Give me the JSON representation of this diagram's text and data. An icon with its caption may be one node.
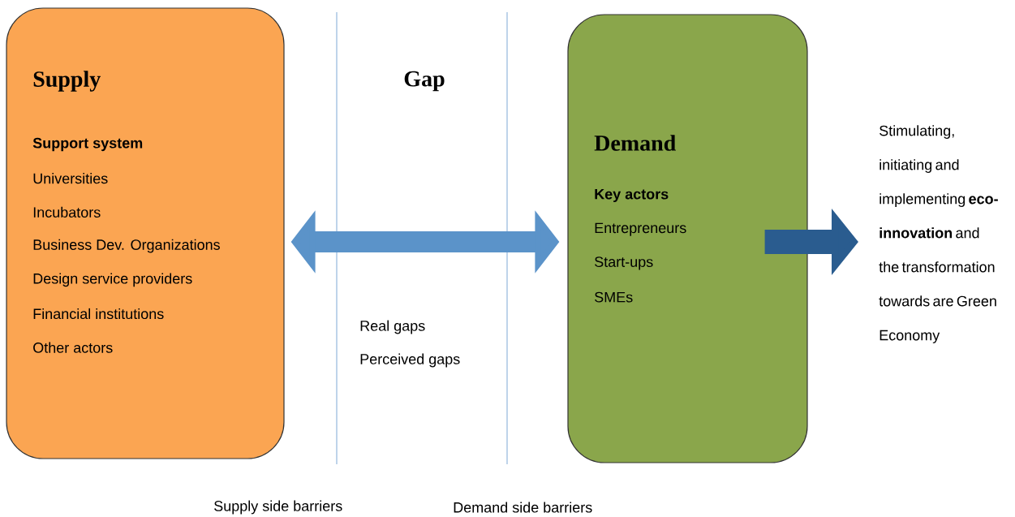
{
  "diagram": {
    "nodes": [
      {
        "text": [
          "Supply",
          "Support system",
          "Universities",
          "Incubators",
          "Business Dev. Organizations",
          "Design service providers",
          "Financial institutions",
          "Other actors"
        ]
      },
      {
        "text": [
          "Demand",
          "Key actors",
          "Entrepreneurs",
          "Start-ups",
          "SMEs"
        ]
      },
      {
        "text": [
          "Stimulating, initiating and implementing **eco-innovation** and the transformation towards are Green Economy"
        ]
      }
    ],
    "edges": [
      {
        "from": 0,
        "to": 1,
        "arrow": "both"
      },
      {
        "from": 1,
        "to": 2,
        "arrow": "to"
      }
    ],
    "labels": [
      "Gap",
      "Real gaps",
      "Perceived gaps",
      "Supply side barriers",
      "Demand side barriers"
    ]
  }
}
